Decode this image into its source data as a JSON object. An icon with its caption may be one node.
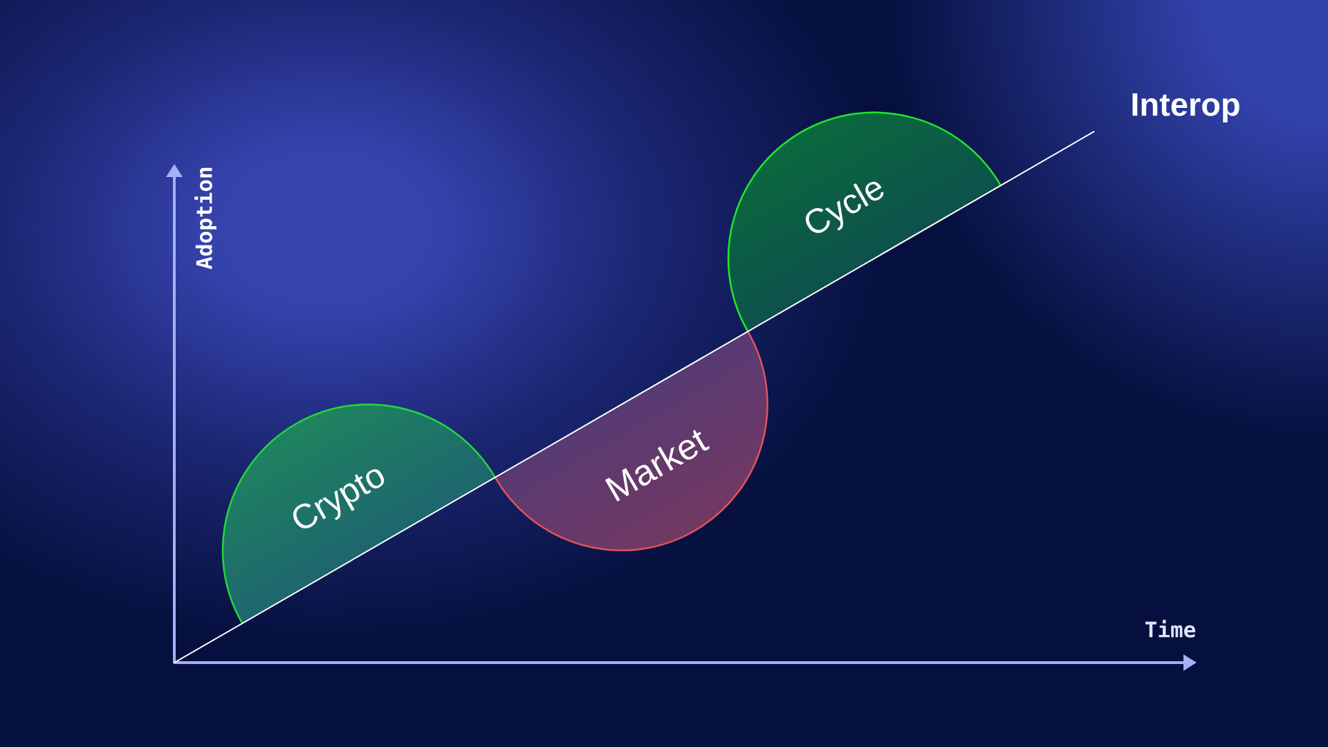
{
  "diagram": {
    "nodes": [
      {
        "text": [
          "Crypto"
        ]
      },
      {
        "text": [
          "Market"
        ]
      },
      {
        "text": [
          "Cycle"
        ]
      }
    ],
    "labels": [
      "Interop",
      "Adoption",
      "Time"
    ]
  }
}
